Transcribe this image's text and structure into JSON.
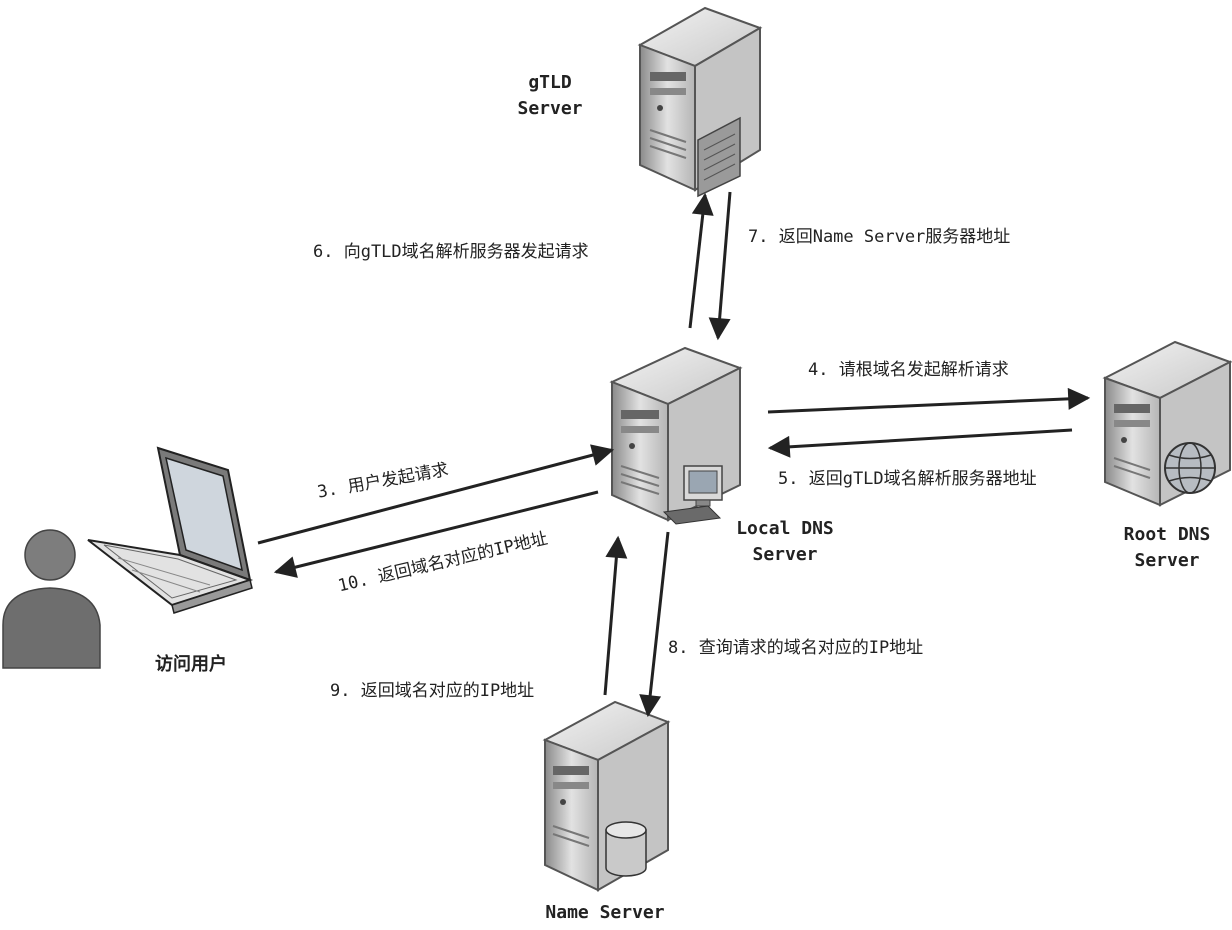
{
  "nodes": {
    "gtld": {
      "line1": "gTLD",
      "line2": "Server"
    },
    "local_dns": {
      "line1": "Local DNS",
      "line2": "Server"
    },
    "root_dns": {
      "line1": "Root DNS",
      "line2": "Server"
    },
    "name_server": {
      "line1": "Name Server"
    },
    "user": {
      "label": "访问用户"
    }
  },
  "steps": {
    "s3": "3. 用户发起请求",
    "s4": "4. 请根域名发起解析请求",
    "s5": "5. 返回gTLD域名解析服务器地址",
    "s6": "6. 向gTLD域名解析服务器发起请求",
    "s7": "7. 返回Name Server服务器地址",
    "s8": "8. 查询请求的域名对应的IP地址",
    "s9": "9. 返回域名对应的IP地址",
    "s10": "10. 返回域名对应的IP地址"
  }
}
